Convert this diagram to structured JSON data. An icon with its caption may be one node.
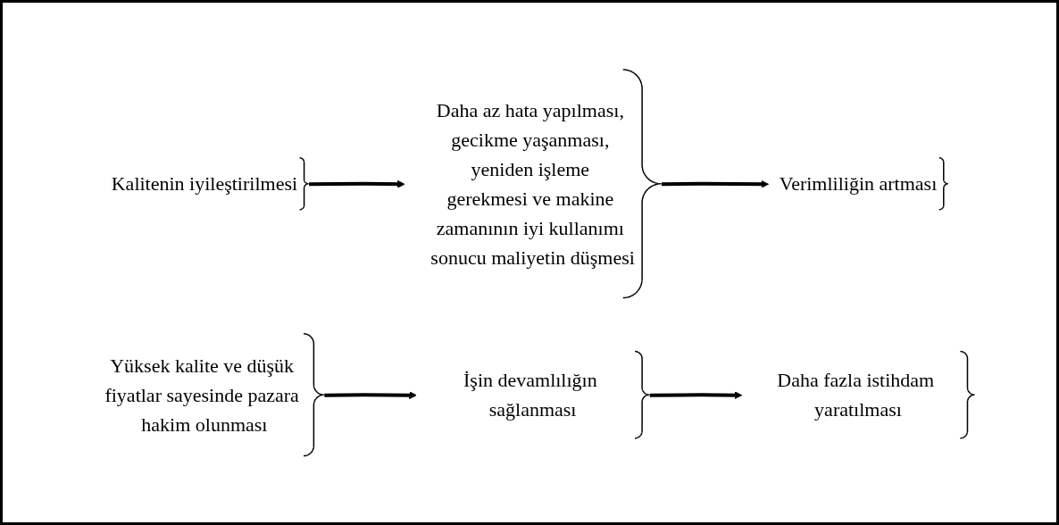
{
  "diagram": {
    "nodes": [
      {
        "text": [
          "Kalitenin iyileştirilmesi"
        ]
      },
      {
        "text": [
          "Daha az hata yapılması, gecikme yaşanması, yeniden işleme gerekmesi ve makine zamanının iyi kullanımı sonucu maliyetin düşmesi"
        ]
      },
      {
        "text": [
          "Verimliliğin artması"
        ]
      },
      {
        "text": [
          "Yüksek kalite ve düşük fiyatlar sayesinde pazara hakim olunması"
        ]
      },
      {
        "text": [
          "İşin devamlılığın sağlanması"
        ]
      },
      {
        "text": [
          "Daha fazla istihdam yaratılması"
        ]
      }
    ],
    "edges": [
      {
        "from": 0,
        "to": 1,
        "arrow": "to"
      },
      {
        "from": 1,
        "to": 2,
        "arrow": "to"
      },
      {
        "from": 3,
        "to": 4,
        "arrow": "to"
      },
      {
        "from": 4,
        "to": 5,
        "arrow": "to"
      }
    ]
  }
}
